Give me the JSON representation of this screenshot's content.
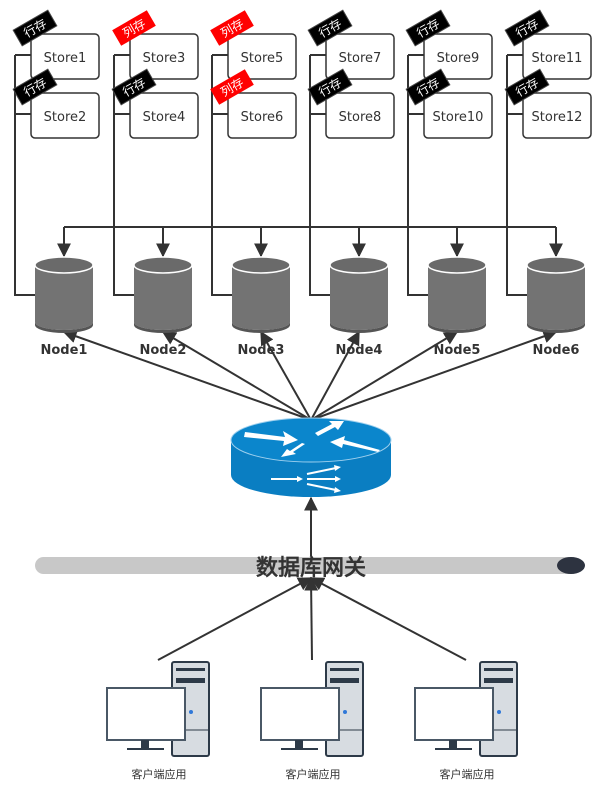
{
  "colors": {
    "row_tag": "#000000",
    "column_tag": "#ff0000",
    "cylinder": "#737373",
    "router": "#0a7ec2",
    "gateway_bar": "#c8c8c8",
    "line": "#333333"
  },
  "nodes": [
    {
      "label": "Node1",
      "stores": [
        {
          "label": "Store1",
          "tag": "行存",
          "tag_type": "row"
        },
        {
          "label": "Store2",
          "tag": "行存",
          "tag_type": "row"
        }
      ]
    },
    {
      "label": "Node2",
      "stores": [
        {
          "label": "Store3",
          "tag": "列存",
          "tag_type": "column"
        },
        {
          "label": "Store4",
          "tag": "行存",
          "tag_type": "row"
        }
      ]
    },
    {
      "label": "Node3",
      "stores": [
        {
          "label": "Store5",
          "tag": "列存",
          "tag_type": "column"
        },
        {
          "label": "Store6",
          "tag": "列存",
          "tag_type": "column"
        }
      ]
    },
    {
      "label": "Node4",
      "stores": [
        {
          "label": "Store7",
          "tag": "行存",
          "tag_type": "row"
        },
        {
          "label": "Store8",
          "tag": "行存",
          "tag_type": "row"
        }
      ]
    },
    {
      "label": "Node5",
      "stores": [
        {
          "label": "Store9",
          "tag": "行存",
          "tag_type": "row"
        },
        {
          "label": "Store10",
          "tag": "行存",
          "tag_type": "row"
        }
      ]
    },
    {
      "label": "Node6",
      "stores": [
        {
          "label": "Store11",
          "tag": "行存",
          "tag_type": "row"
        },
        {
          "label": "Store12",
          "tag": "行存",
          "tag_type": "row"
        }
      ]
    }
  ],
  "router": {
    "icon": "router-icon"
  },
  "gateway": {
    "label": "数据库网关"
  },
  "clients": [
    {
      "label": "客户端应用",
      "icon": "desktop-computer-icon"
    },
    {
      "label": "客户端应用",
      "icon": "desktop-computer-icon"
    },
    {
      "label": "客户端应用",
      "icon": "desktop-computer-icon"
    }
  ]
}
